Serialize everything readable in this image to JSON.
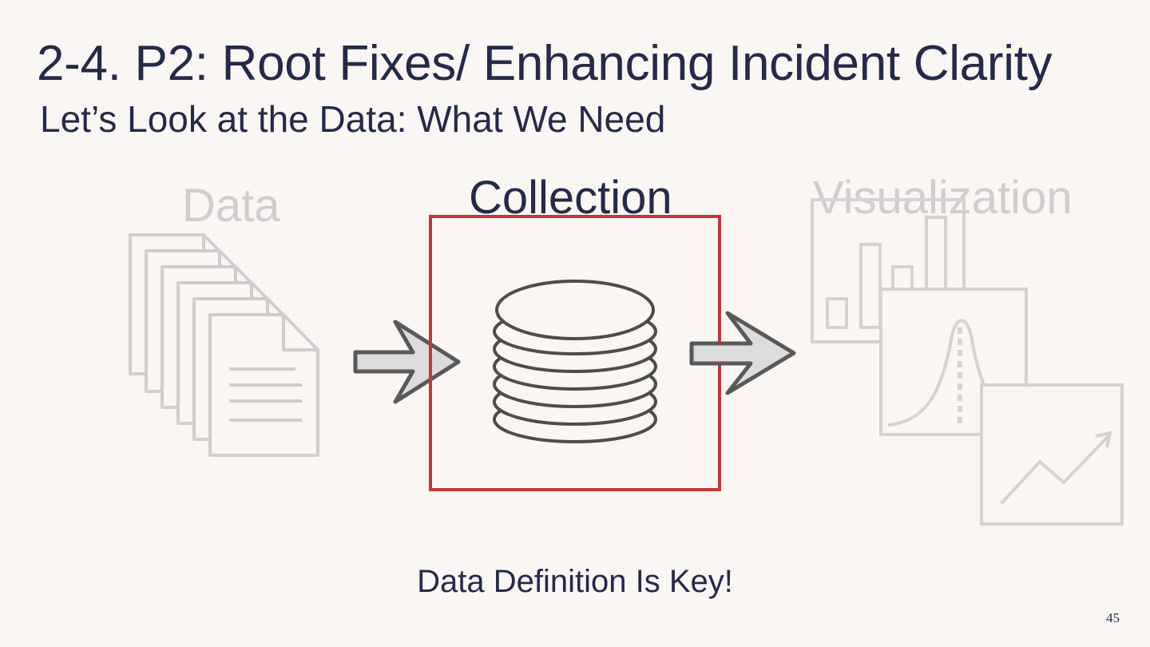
{
  "slide": {
    "title": "2-4. P2: Root Fixes/ Enhancing Incident Clarity",
    "subtitle": "Let’s Look at the Data: What We Need",
    "page_number": "45"
  },
  "diagram": {
    "stages": [
      {
        "label": "Data",
        "icon": "documents-icon",
        "emphasis": "faded"
      },
      {
        "label": "Collection",
        "icon": "database-icon",
        "emphasis": "highlighted"
      },
      {
        "label": "Visualization",
        "icon": "charts-icon",
        "emphasis": "faded"
      }
    ],
    "highlight_color": "#c0393b",
    "faded_color": "#cfcdce",
    "text_color": "#252a48"
  },
  "footer": {
    "text": "Data Definition Is Key!"
  }
}
